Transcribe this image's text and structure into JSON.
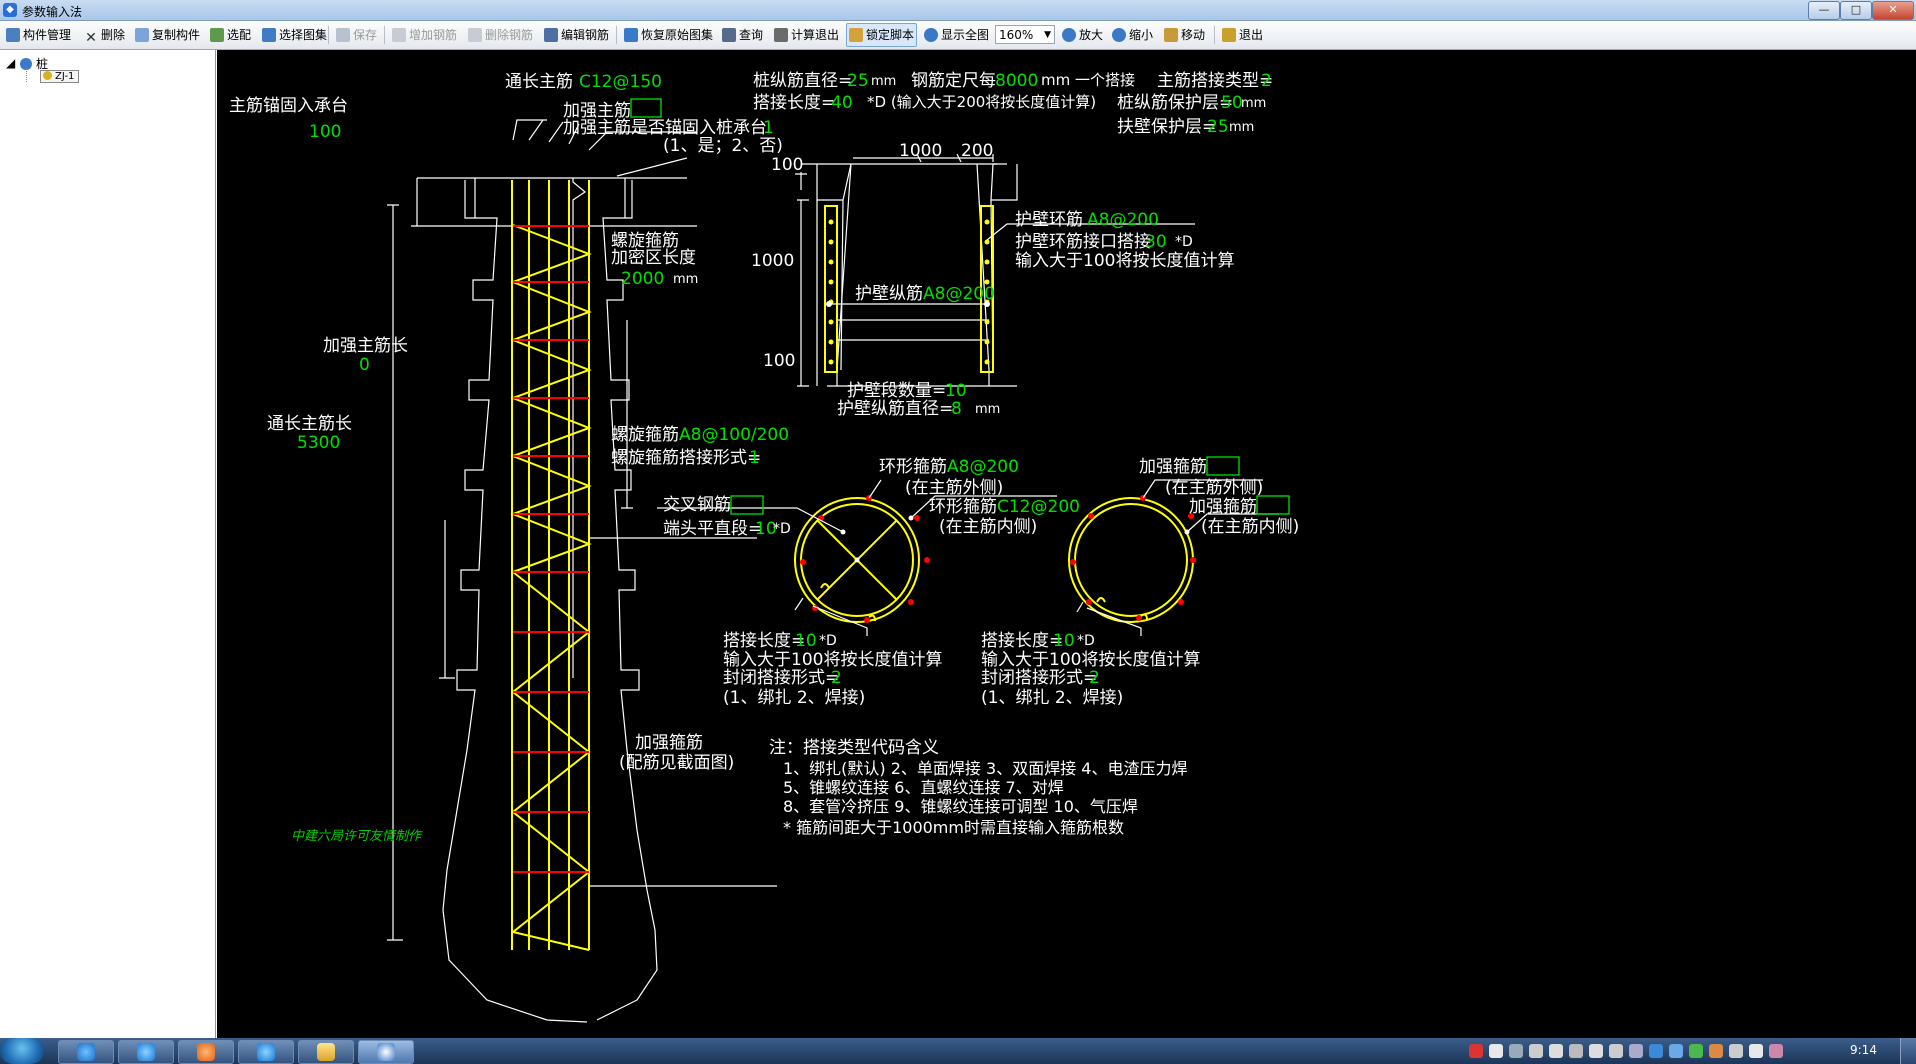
{
  "window": {
    "title": "参数输入法",
    "min_label": "—",
    "max_label": "□",
    "close_label": "✕"
  },
  "toolbar": {
    "items": [
      {
        "label": "构件管理",
        "enabled": true
      },
      {
        "label": "删除",
        "enabled": true
      },
      {
        "label": "复制构件",
        "enabled": true
      },
      {
        "label": "选配",
        "enabled": true
      },
      {
        "label": "选择图集",
        "enabled": true
      },
      {
        "label": "保存",
        "enabled": false
      },
      {
        "label": "增加钢筋",
        "enabled": false
      },
      {
        "label": "删除钢筋",
        "enabled": false
      },
      {
        "label": "编辑钢筋",
        "enabled": true
      },
      {
        "label": "恢复原始图集",
        "enabled": true
      },
      {
        "label": "查询",
        "enabled": true
      },
      {
        "label": "计算退出",
        "enabled": true
      },
      {
        "label": "锁定脚本",
        "enabled": true
      },
      {
        "label": "显示全图",
        "enabled": true
      },
      {
        "label": "放大",
        "enabled": true
      },
      {
        "label": "缩小",
        "enabled": true
      },
      {
        "label": "移动",
        "enabled": true
      },
      {
        "label": "退出",
        "enabled": true
      }
    ],
    "zoom_value": "160%"
  },
  "tree": {
    "root": "桩",
    "child": "ZJ-1"
  },
  "drawing": {
    "left": {
      "anchor_label": "主筋锚固入承台",
      "anchor_value": "100",
      "through_main_label": "通长主筋",
      "through_main_value": "C12@150",
      "add_main_label": "加强主筋",
      "anchor_q_label": "加强主筋是否锚固入桩承台",
      "anchor_q_value": "1",
      "anchor_q_hint": "(1、是；2、否)",
      "spiral_dense_label1": "螺旋箍筋",
      "spiral_dense_label2": "加密区长度",
      "spiral_dense_value": "2000",
      "spiral_dense_unit": "mm",
      "add_len_label": "加强主筋长",
      "add_len_value": "0",
      "through_len_label": "通长主筋长",
      "through_len_value": "5300",
      "spiral_label": "螺旋箍筋",
      "spiral_value": "A8@100/200",
      "spiral_lap_label": "螺旋箍筋搭接形式=",
      "spiral_lap_value": "1",
      "strength_hoop_label": "加强箍筋",
      "strength_hoop_hint": "(配筋见截面图)",
      "credit": "中建六局许可友情制作"
    },
    "top_right": {
      "l1_a": "桩纵筋直径=",
      "l1_a_val": "25",
      "l1_a_unit": "mm",
      "l1_b": "钢筋定尺每",
      "l1_b_val": "8000",
      "l1_b_unit": "mm 一个搭接",
      "l1_c": "主筋搭接类型=",
      "l1_c_val": "2",
      "l2_a": "搭接长度=",
      "l2_a_val": "40",
      "l2_a_unit": "*D (输入大于200将按长度值计算)",
      "l2_b": "桩纵筋保护层=",
      "l2_b_val": "50",
      "l2_b_unit": "mm",
      "l3_a": "扶壁保护层=",
      "l3_a_val": "25",
      "l3_a_unit": "mm"
    },
    "wall": {
      "dim_1000": "1000",
      "dim_200": "200",
      "dim_100_top": "100",
      "dim_1000_v": "1000",
      "dim_100_bottom": "100",
      "ring_label": "护壁环筋",
      "ring_value": "A8@200",
      "ring_lap_label": "护壁环筋接口搭接",
      "ring_lap_value": "30",
      "ring_lap_unit": "*D",
      "ring_lap_hint": "输入大于100将按长度值计算",
      "long_label": "护壁纵筋",
      "long_value": "A8@200",
      "seg_label": "护壁段数量=",
      "seg_value": "10",
      "long_dia_label": "护壁纵筋直径=",
      "long_dia_value": "8",
      "long_dia_unit": "mm"
    },
    "section1": {
      "ring_label": "环形箍筋",
      "ring_value": "A8@200",
      "ring_hint": "(在主筋外侧)",
      "inner_label": "环形箍筋",
      "inner_value": "C12@200",
      "inner_hint": "(在主筋内侧)",
      "cross_label": "交叉钢筋",
      "end_label": "端头平直段=",
      "end_value": "10",
      "end_unit": "*D",
      "lap_label": "搭接长度=",
      "lap_value": "10",
      "lap_unit": "*D",
      "lap_hint": "输入大于100将按长度值计算",
      "close_label": "封闭搭接形式=",
      "close_value": "2",
      "close_hint": "(1、绑扎  2、焊接)"
    },
    "section2": {
      "outer_label": "加强箍筋",
      "outer_hint": "(在主筋外侧)",
      "inner_label": "加强箍筋",
      "inner_hint": "(在主筋内侧)",
      "lap_label": "搭接长度=",
      "lap_value": "10",
      "lap_unit": "*D",
      "lap_hint": "输入大于100将按长度值计算",
      "close_label": "封闭搭接形式=",
      "close_value": "2",
      "close_hint": "(1、绑扎  2、焊接)"
    },
    "notes": {
      "title": "注：搭接类型代码含义",
      "line1": "1、绑扎(默认)    2、单面焊接    3、双面焊接    4、电渣压力焊",
      "line2": "5、锥螺纹连接    6、直螺纹连接    7、对焊",
      "line3": "8、套管冷挤压    9、锥螺纹连接可调型    10、气压焊",
      "line4": "* 箍筋间距大于1000mm时需直接输入箍筋根数"
    }
  },
  "taskbar": {
    "clock": "9:14"
  },
  "colors": {
    "canvas": "#000000",
    "white": "#ffffff",
    "green": "#00e000",
    "yellow": "#ffff00",
    "red": "#ff0000"
  }
}
